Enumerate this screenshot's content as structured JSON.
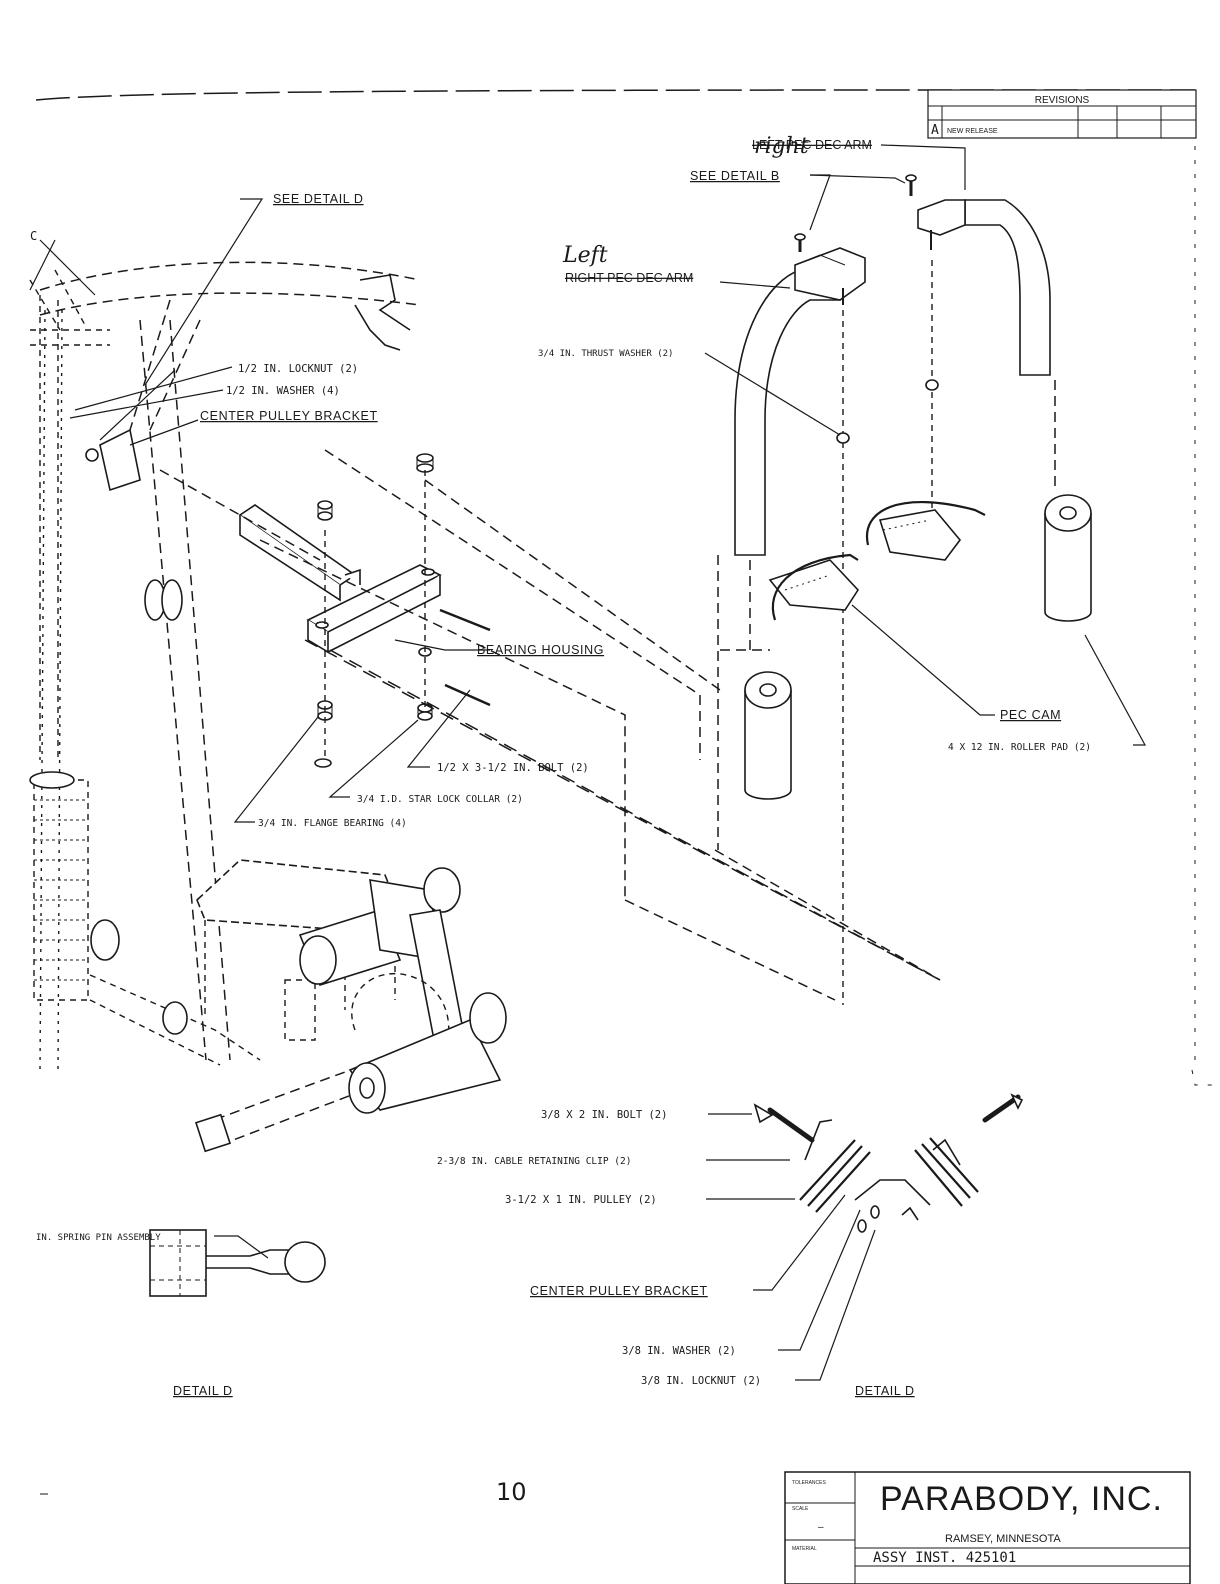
{
  "revisions": {
    "title": "REVISIONS",
    "rev": "A",
    "description": "NEW RELEASE"
  },
  "handwriting": {
    "right": "right",
    "left": "Left"
  },
  "labels": {
    "left_pec_dec_arm_struck": "LEFT PEC DEC ARM",
    "right_pec_dec_arm_struck": "RIGHT PEC DEC ARM",
    "see_detail_b": "SEE DETAIL B",
    "see_detail_d": "SEE DETAIL D",
    "thrust_washer": "3/4 IN. THRUST WASHER (2)",
    "locknut_half": "1/2 IN. LOCKNUT (2)",
    "washer_half": "1/2 IN. WASHER (4)",
    "center_pulley_bracket": "CENTER PULLEY BRACKET",
    "bearing_housing": "BEARING HOUSING",
    "pec_cam": "PEC CAM",
    "roller_pad": "4 X 12 IN. ROLLER PAD (2)",
    "bolt_half": "1/2 X 3-1/2 IN. BOLT (2)",
    "star_lock_collar": "3/4 I.D. STAR LOCK COLLAR (2)",
    "flange_bearing": "3/4 IN. FLANGE BEARING (4)",
    "bolt_3_8": "3/8 X 2 IN. BOLT (2)",
    "cable_clip": "2-3/8 IN. CABLE RETAINING CLIP (2)",
    "pulley": "3-1/2 X 1 IN. PULLEY (2)",
    "center_pulley_bracket_2": "CENTER PULLEY BRACKET",
    "washer_3_8": "3/8 IN. WASHER (2)",
    "locknut_3_8": "3/8 IN. LOCKNUT (2)",
    "detail_d_right": "DETAIL D",
    "spring_pin": "IN. SPRING PIN ASSEMBLY",
    "detail_d_left": "DETAIL D",
    "c_marker": "C"
  },
  "page_number": "10",
  "title_block": {
    "company": "PARABODY, INC.",
    "location": "RAMSEY, MINNESOTA",
    "drawing_title": "ASSY INST. 425101",
    "tolerances": "TOLERANCES",
    "scale_label": "SCALE",
    "dash": "–",
    "material": "MATERIAL"
  }
}
